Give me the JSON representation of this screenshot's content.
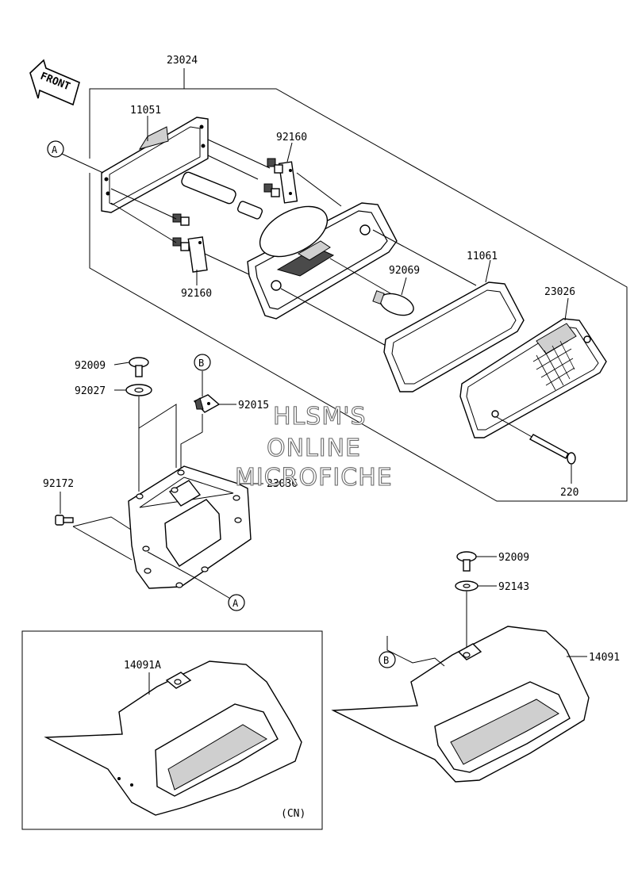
{
  "front_arrow": {
    "label": "FRONT"
  },
  "watermark": {
    "line1": "HLSM'S",
    "line2": "ONLINE",
    "line3": "MICROFICHE"
  },
  "callouts": {
    "a": "A",
    "b": "B"
  },
  "parts": {
    "p23024": "23024",
    "p11051": "11051",
    "p92160_top": "92160",
    "p92160_bottom": "92160",
    "p92069": "92069",
    "p11061": "11061",
    "p23026": "23026",
    "p220": "220",
    "p92009_left": "92009",
    "p92027": "92027",
    "p92015": "92015",
    "p23036": "23036",
    "p92172": "92172",
    "p92009_right": "92009",
    "p92143": "92143",
    "p14091": "14091",
    "p14091a": "14091A"
  },
  "inset": {
    "note": "(CN)"
  }
}
